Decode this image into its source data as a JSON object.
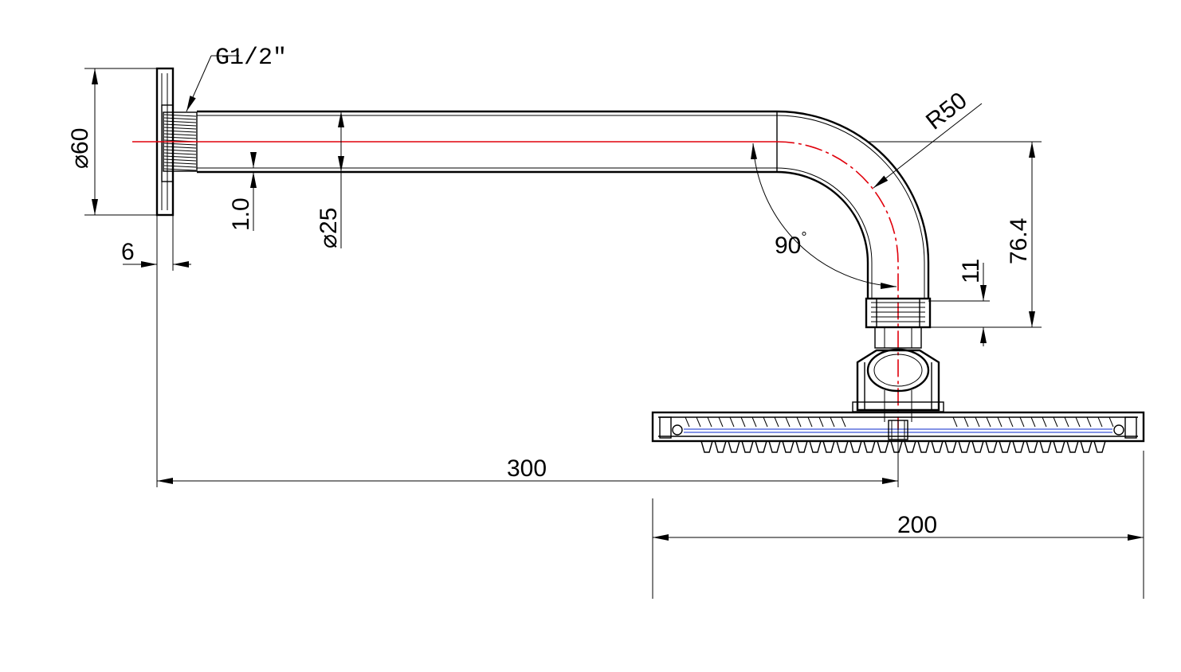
{
  "dimensions": {
    "thread": "G1/2\"",
    "flange_diameter": "60",
    "wall_thickness": "1.0",
    "tube_diameter": "25",
    "flange_thickness": "6",
    "bend_radius": "R50",
    "bend_angle": "90",
    "drop_height": "76.4",
    "nut_height": "11",
    "arm_length": "300",
    "head_size": "200"
  },
  "symbols": {
    "diameter": "⌀",
    "degree": "°"
  },
  "colors": {
    "line": "#000000",
    "centerline": "#e0000b",
    "spray_plate": "#3a55d8"
  }
}
